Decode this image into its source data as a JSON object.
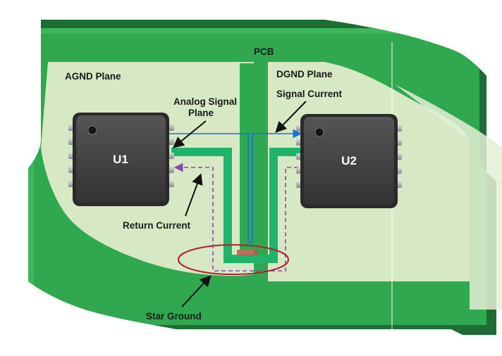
{
  "labels": {
    "pcb": "PCB",
    "agnd_plane": "AGND Plane",
    "dgnd_plane": "DGND Plane",
    "analog_signal_plane_line1": "Analog Signal",
    "analog_signal_plane_line2": "Plane",
    "signal_current": "Signal Current",
    "return_current": "Return Current",
    "star_ground": "Star Ground"
  },
  "chips": {
    "u1": "U1",
    "u2": "U2"
  },
  "colors": {
    "pcb_green": "#2fa84f",
    "pcb_edge_dark": "#1e6b34",
    "plane_fill": "#d6e8c4",
    "trace_green": "#1fb36b",
    "signal_blue": "#1f6fd1",
    "return_purple": "#8a4bb0",
    "star_ring": "#b3202f",
    "chip_body": "#3c3c3c"
  }
}
